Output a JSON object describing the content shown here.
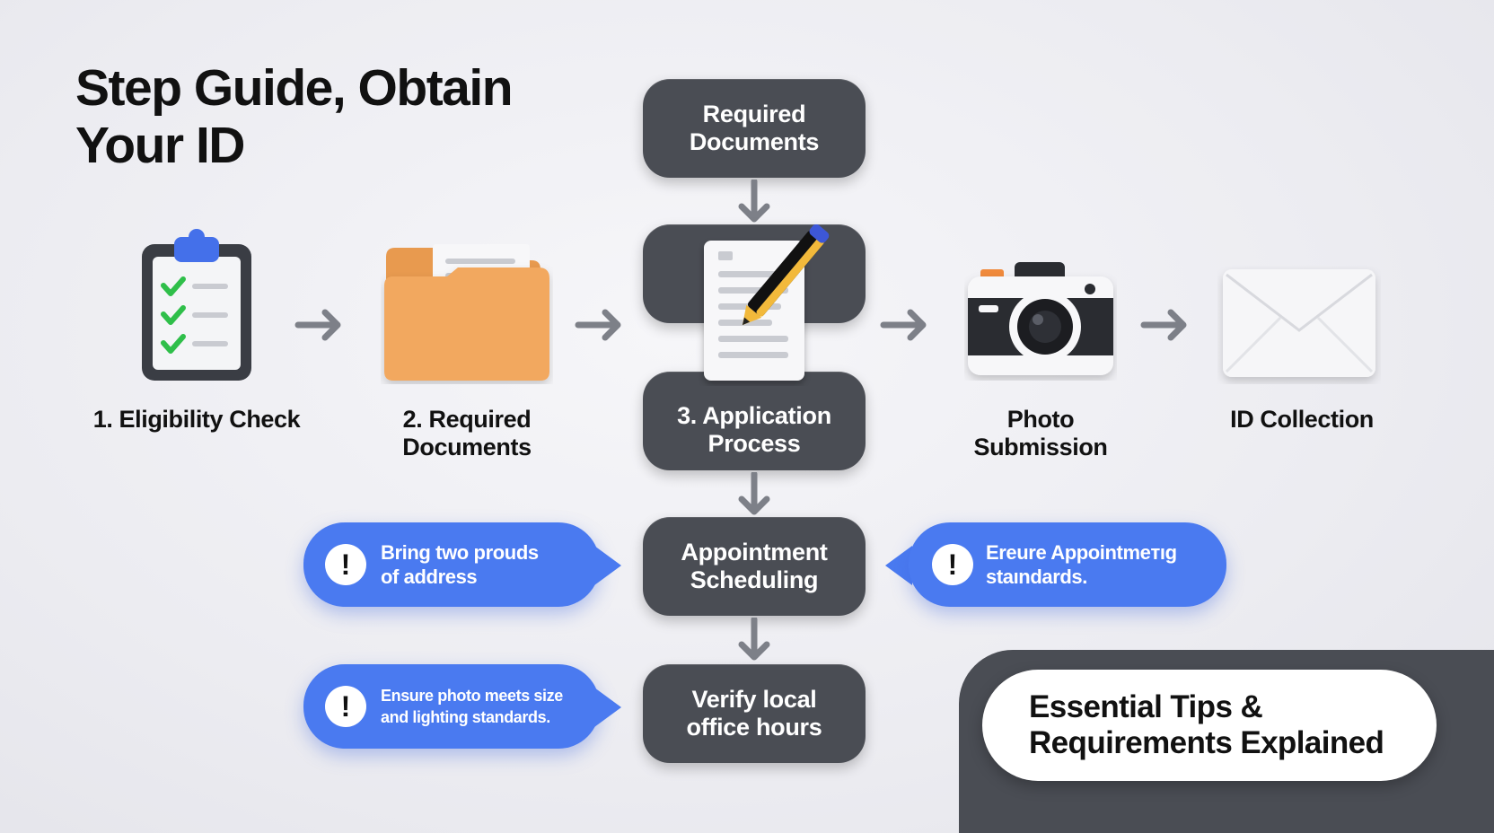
{
  "title": "Step Guide, Obtain\nYour ID",
  "steps": {
    "eligibility": "1. Eligibility Check",
    "documents": "2. Required\nDocuments",
    "photo": "Photo\nSubmission",
    "collection": "ID Collection"
  },
  "flow": {
    "required_documents": "Required\nDocuments",
    "application_process": "3. Application\nProcess",
    "appointment": "Appointment\nScheduling",
    "verify": "Verify local\noffice hours"
  },
  "callouts": {
    "left_top": "Bring two prouds\nof address",
    "right_top": "Ereure Appointmeтıg\nstaındards.",
    "left_bottom": "Ensure photo meets size\nand lighting standards."
  },
  "callout_icon": "!",
  "tips": {
    "title": "Essential Tips &\nRequirements Explained"
  },
  "colors": {
    "pill": "#4a4d54",
    "callout": "#4a7af0",
    "arrow": "#7d8088",
    "check": "#2fbf4a",
    "folder": "#f2a85e",
    "pen": "#f2b93b"
  },
  "icons": [
    "clipboard-checklist-icon",
    "folder-icon",
    "document-pen-icon",
    "camera-icon",
    "envelope-icon",
    "arrow-right-icon",
    "arrow-down-icon",
    "exclamation-icon"
  ]
}
